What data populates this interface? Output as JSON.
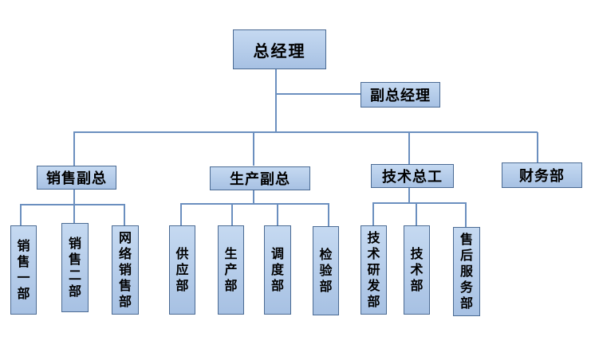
{
  "org": {
    "ceo": "总经理",
    "deputy": "副总经理",
    "divisions": [
      {
        "title": "销售副总",
        "units": [
          "销售一部",
          "销售二部",
          "网络销售部"
        ]
      },
      {
        "title": "生产副总",
        "units": [
          "供应部",
          "生产部",
          "调度部",
          "检验部"
        ]
      },
      {
        "title": "技术总工",
        "units": [
          "技术研发部",
          "技术部",
          "售后服务部"
        ]
      },
      {
        "title": "财务部",
        "units": []
      }
    ]
  },
  "colors": {
    "box_fill": "#b8cfee",
    "box_border": "#4a6a93",
    "connector": "#6b8fbf"
  }
}
